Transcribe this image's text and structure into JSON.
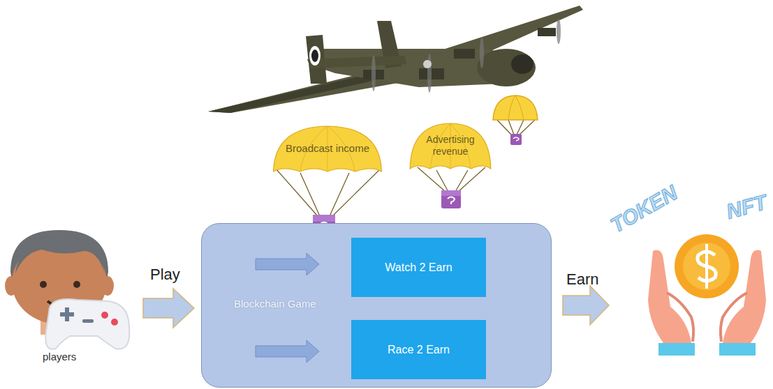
{
  "diagram": {
    "nodes": [
      {
        "text": [
          "Blockchain Game"
        ]
      },
      {
        "text": [
          "Watch 2 Earn"
        ],
        "in": 0
      },
      {
        "text": [
          "Race 2 Earn"
        ],
        "in": 0
      },
      {
        "text": [
          "Broadcast income"
        ]
      },
      {
        "text": [
          "Advertising revenue"
        ]
      }
    ],
    "labels": [
      "players",
      "Play",
      "Earn",
      "TOKEN",
      "NFT"
    ]
  }
}
